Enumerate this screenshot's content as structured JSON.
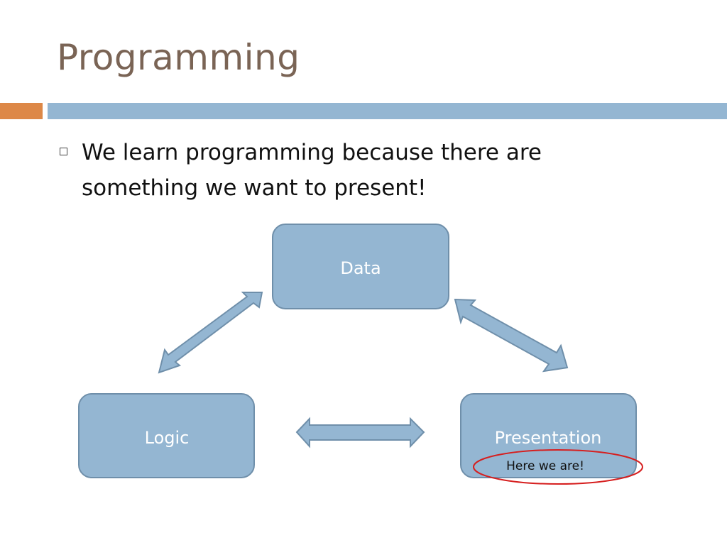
{
  "slide": {
    "title": "Programming",
    "bullet": "We learn programming because there are something we want to present!"
  },
  "diagram": {
    "nodes": {
      "data": "Data",
      "logic": "Logic",
      "presentation": "Presentation"
    },
    "annotation": "Here we are!"
  },
  "colors": {
    "title": "#7a6455",
    "accent_bar": "#dd8847",
    "main_bar": "#94b6d2",
    "node_fill": "#94b6d2",
    "node_stroke": "#6f8faa",
    "highlight_ellipse": "#d61f1f"
  }
}
